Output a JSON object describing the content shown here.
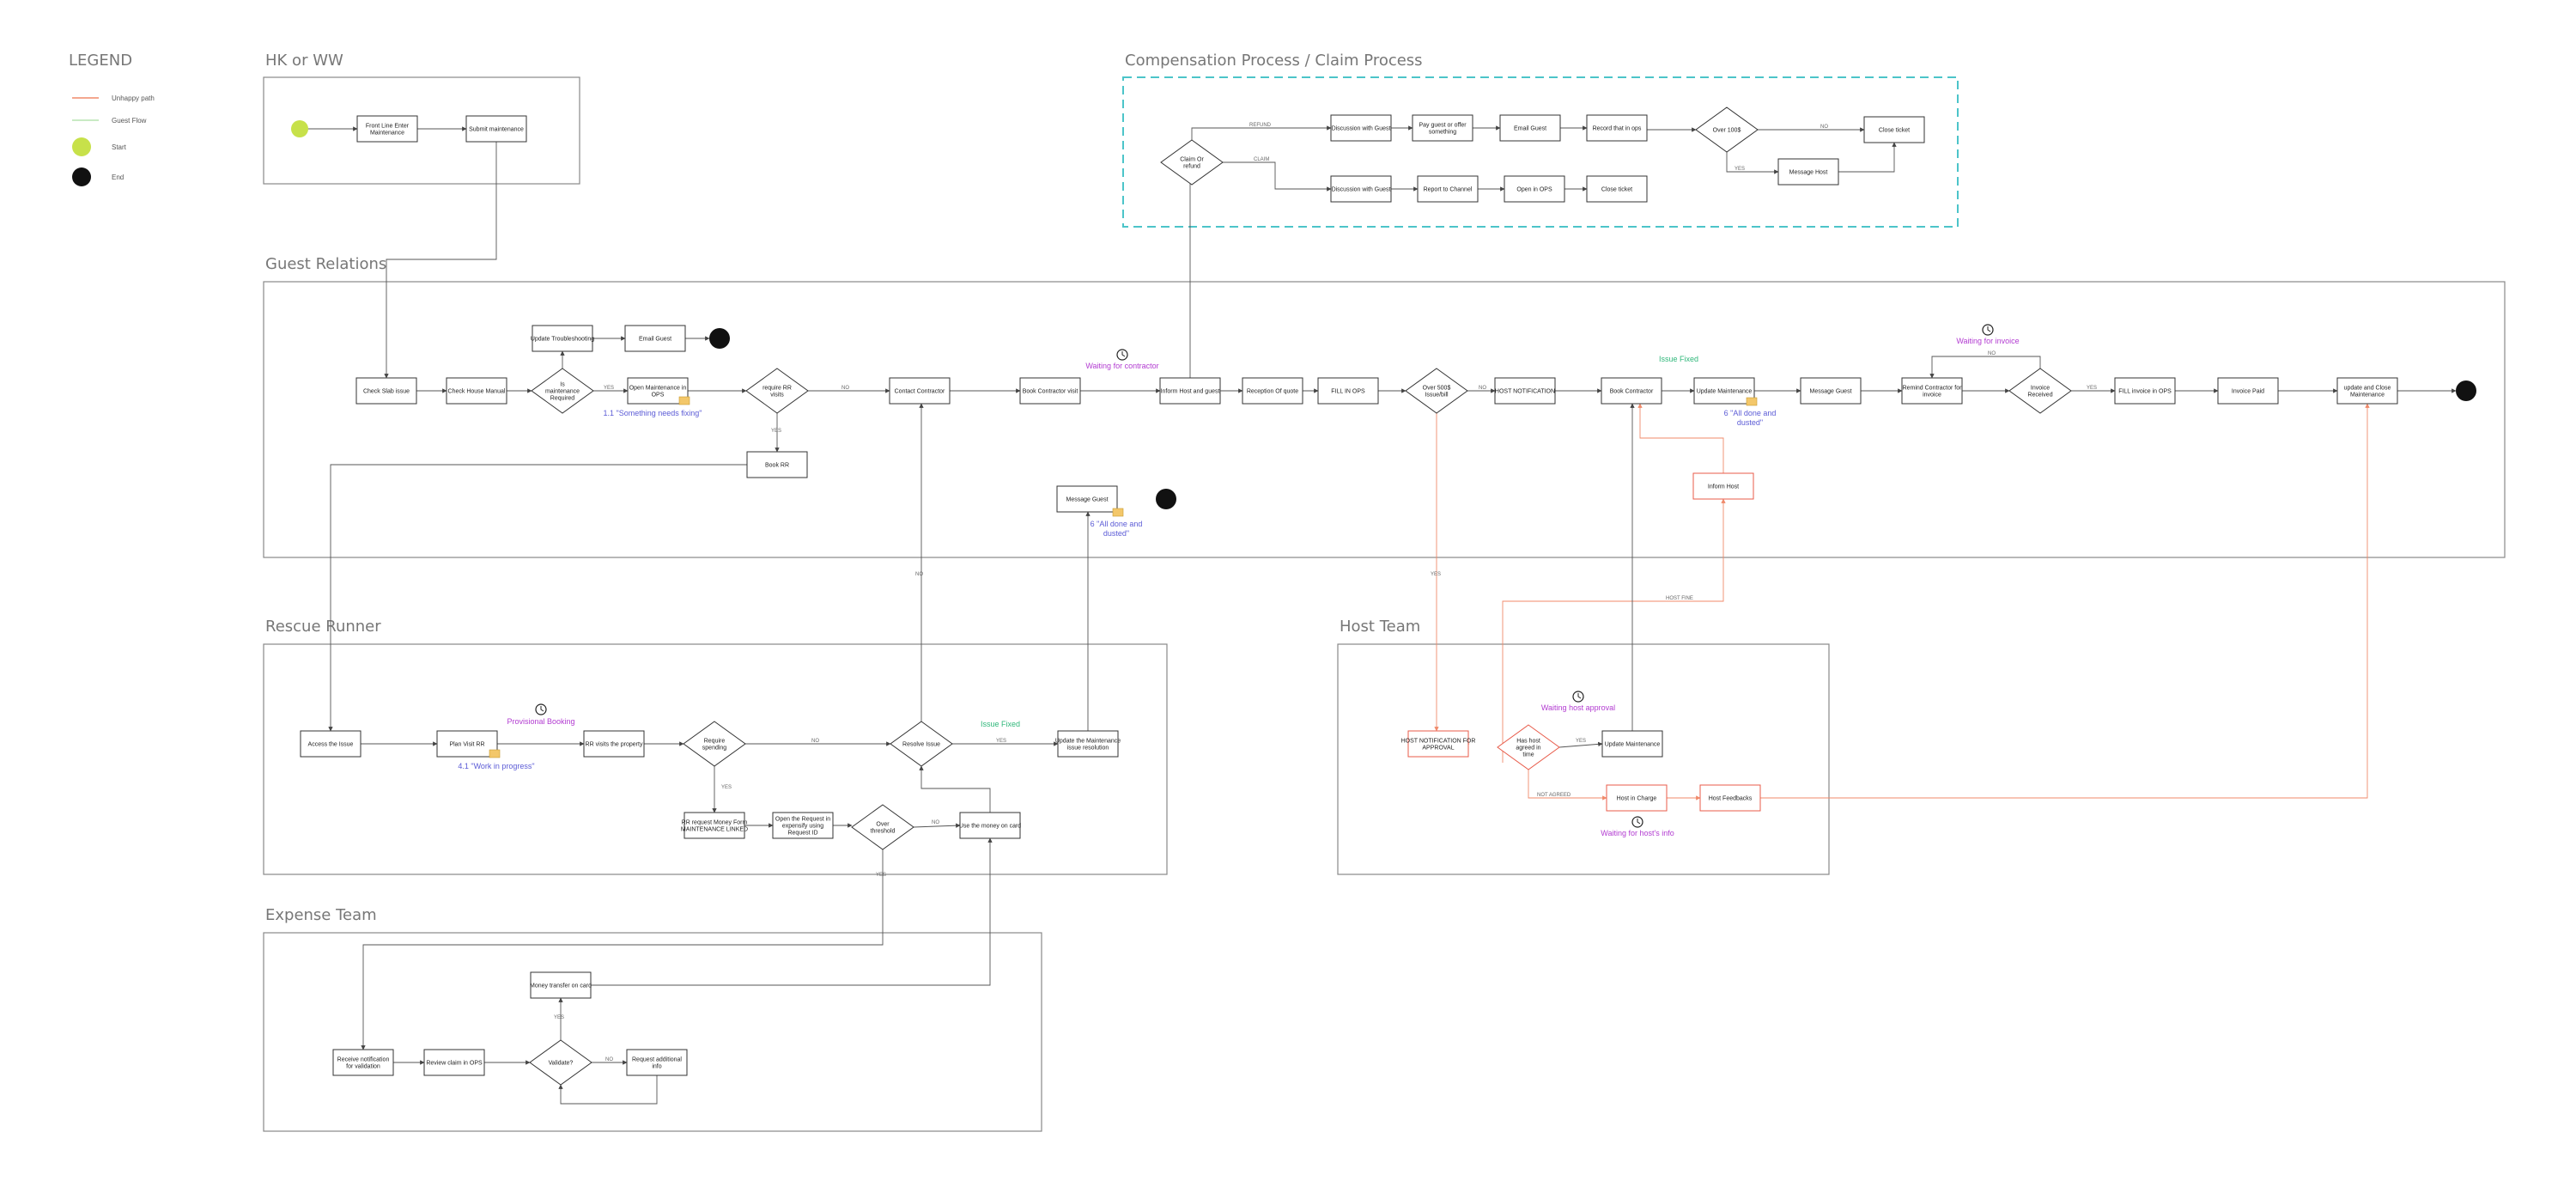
{
  "legend": {
    "title": "LEGEND",
    "items": [
      {
        "label": "Unhappy path",
        "kind": "line",
        "color": "#f08a6a"
      },
      {
        "label": "Guest Flow",
        "kind": "line",
        "color": "#b7e3b0"
      },
      {
        "label": "Start",
        "kind": "dot",
        "color": "#c7e14a"
      },
      {
        "label": "End",
        "kind": "dot",
        "color": "#111111"
      }
    ]
  },
  "lanes": [
    {
      "id": "hk",
      "title": "HK or WW",
      "box": "solid"
    },
    {
      "id": "comp",
      "title": "Compensation Process / Claim Process",
      "box": "dashed"
    },
    {
      "id": "gr",
      "title": "Guest Relations",
      "box": "solid"
    },
    {
      "id": "rr",
      "title": "Rescue Runner",
      "box": "solid"
    },
    {
      "id": "ht",
      "title": "Host Team",
      "box": "solid"
    },
    {
      "id": "et",
      "title": "Expense Team",
      "box": "solid"
    }
  ],
  "nodes": [
    {
      "id": "hk_start",
      "kind": "start"
    },
    {
      "id": "hk_front",
      "kind": "rect",
      "label": "Front Line Enter Maintenance"
    },
    {
      "id": "hk_submit",
      "kind": "rect",
      "label": "Submit maintenance"
    },
    {
      "id": "cp_claim",
      "kind": "diamond",
      "label": "Claim Or refund"
    },
    {
      "id": "cp_disc1",
      "kind": "rect",
      "label": "Discussion with Guest"
    },
    {
      "id": "cp_pay",
      "kind": "rect",
      "label": "Pay guest or offer something"
    },
    {
      "id": "cp_email",
      "kind": "rect",
      "label": "Email Guest"
    },
    {
      "id": "cp_record",
      "kind": "rect",
      "label": "Record that in ops"
    },
    {
      "id": "cp_over",
      "kind": "diamond",
      "label": "Over 100$"
    },
    {
      "id": "cp_close1",
      "kind": "rect",
      "label": "Close ticket"
    },
    {
      "id": "cp_msghost",
      "kind": "rect",
      "label": "Message Host"
    },
    {
      "id": "cp_disc2",
      "kind": "rect",
      "label": "Discussion with Guest"
    },
    {
      "id": "cp_report",
      "kind": "rect",
      "label": "Report to Channel"
    },
    {
      "id": "cp_open",
      "kind": "rect",
      "label": "Open in OPS"
    },
    {
      "id": "cp_close2",
      "kind": "rect",
      "label": "Close ticket"
    },
    {
      "id": "gr_check",
      "kind": "rect",
      "label": "Check Slab issue"
    },
    {
      "id": "gr_manual",
      "kind": "rect",
      "label": "Check House Manual"
    },
    {
      "id": "gr_maint",
      "kind": "diamond",
      "label": "Is maintenance Required"
    },
    {
      "id": "gr_update",
      "kind": "rect",
      "label": "Update Troubleshooting"
    },
    {
      "id": "gr_email",
      "kind": "rect",
      "label": "Email Guest"
    },
    {
      "id": "gr_end1",
      "kind": "end"
    },
    {
      "id": "gr_openmaint",
      "kind": "rect",
      "label": "Open Maintenance in OPS"
    },
    {
      "id": "gr_require",
      "kind": "diamond",
      "label": "require RR visits"
    },
    {
      "id": "gr_bookrr",
      "kind": "rect",
      "label": "Book RR"
    },
    {
      "id": "gr_contact",
      "kind": "rect",
      "label": "Contact Contractor"
    },
    {
      "id": "gr_bookvisit",
      "kind": "rect",
      "label": "Book Contractor visit"
    },
    {
      "id": "gr_inform",
      "kind": "rect",
      "label": "Inform Host and guest"
    },
    {
      "id": "gr_reception",
      "kind": "rect",
      "label": "Reception Of quote"
    },
    {
      "id": "gr_fill",
      "kind": "rect",
      "label": "FILL IN OPS"
    },
    {
      "id": "gr_over500",
      "kind": "diamond",
      "label": "Over 500$ Issue/bill"
    },
    {
      "id": "gr_hostnotif",
      "kind": "rect",
      "label": "HOST NOTIFICATION"
    },
    {
      "id": "gr_bookcon",
      "kind": "rect",
      "label": "Book Contractor"
    },
    {
      "id": "gr_updmaint",
      "kind": "rect",
      "label": "Update Maintenance"
    },
    {
      "id": "gr_msgguest1",
      "kind": "rect",
      "label": "Message Guest"
    },
    {
      "id": "gr_remind",
      "kind": "rect",
      "label": "Remind Contractor for invoice"
    },
    {
      "id": "gr_invoicerec",
      "kind": "diamond",
      "label": "Invoice Received"
    },
    {
      "id": "gr_fillinv",
      "kind": "rect",
      "label": "FILL invoice in OPS"
    },
    {
      "id": "gr_invpaid",
      "kind": "rect",
      "label": "Invoice Paid"
    },
    {
      "id": "gr_updclose",
      "kind": "rect",
      "label": "update and Close Maintenance"
    },
    {
      "id": "gr_end2",
      "kind": "end"
    },
    {
      "id": "gr_msgguest2",
      "kind": "rect",
      "label": "Message Guest"
    },
    {
      "id": "gr_end3",
      "kind": "end"
    },
    {
      "id": "gr_informhost",
      "kind": "rect",
      "label": "Inform Host",
      "style": "red"
    },
    {
      "id": "rr_access",
      "kind": "rect",
      "label": "Access the Issue"
    },
    {
      "id": "rr_plan",
      "kind": "rect",
      "label": "Plan Visit RR"
    },
    {
      "id": "rr_visits",
      "kind": "rect",
      "label": "RR visits the property"
    },
    {
      "id": "rr_reqspend",
      "kind": "diamond",
      "label": "Require spending"
    },
    {
      "id": "rr_resolve",
      "kind": "diamond",
      "label": "Resolve Issue"
    },
    {
      "id": "rr_updmaint",
      "kind": "rect",
      "label": "Update the Maintenance issue resolution"
    },
    {
      "id": "rr_request",
      "kind": "rect",
      "label": "RR request Money Form MAINTENANCE LINKED"
    },
    {
      "id": "rr_openreq",
      "kind": "rect",
      "label": "Open the Request in expensify using Request ID"
    },
    {
      "id": "rr_over",
      "kind": "diamond",
      "label": "Over threshold"
    },
    {
      "id": "rr_use",
      "kind": "rect",
      "label": "Use the money on card"
    },
    {
      "id": "ht_notif",
      "kind": "rect",
      "label": "HOST NOTIFICATION FOR APPROVAL",
      "style": "red"
    },
    {
      "id": "ht_agreed",
      "kind": "diamond",
      "label": "Has host agreed in time",
      "style": "red"
    },
    {
      "id": "ht_updmaint",
      "kind": "rect",
      "label": "Update Maintenance"
    },
    {
      "id": "ht_charge",
      "kind": "rect",
      "label": "Host in Charge",
      "style": "red"
    },
    {
      "id": "ht_feedback",
      "kind": "rect",
      "label": "Host Feedbacks",
      "style": "red"
    },
    {
      "id": "et_receive",
      "kind": "rect",
      "label": "Receive notification for validation"
    },
    {
      "id": "et_review",
      "kind": "rect",
      "label": "Review claim in OPS"
    },
    {
      "id": "et_validate",
      "kind": "diamond",
      "label": "Validate?"
    },
    {
      "id": "et_money",
      "kind": "rect",
      "label": "Money transfer on card"
    },
    {
      "id": "et_reqinfo",
      "kind": "rect",
      "label": "Request additional info"
    }
  ],
  "edge_labels": {
    "refund": "REFUND",
    "claim": "CLAIM",
    "yes": "YES",
    "no": "NO",
    "not_agreed": "NOT AGREED",
    "host_fine": "HOST FINE"
  },
  "annotations": {
    "note_something_fixing": "1.1 \"Something needs fixing\"",
    "note_all_done_1": "6 \"All done and dusted\"",
    "note_all_done_2": "6 \"All done and dusted\"",
    "note_work_progress": "4.1 \"Work in progress\"",
    "wait_contractor": "Waiting for contractor",
    "wait_invoice": "Waiting for invoice",
    "wait_host_approval": "Waiting host approval",
    "wait_host_info": "Waiting for host's info",
    "provisional_booking": "Provisional Booking",
    "issue_fixed_1": "Issue Fixed",
    "issue_fixed_2": "Issue Fixed"
  }
}
